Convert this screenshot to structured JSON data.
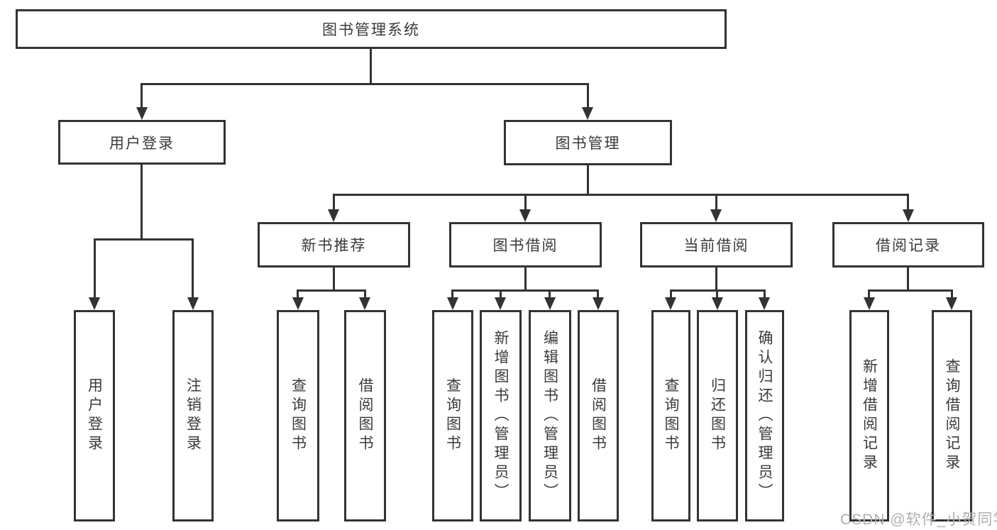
{
  "tree": {
    "root": "图书管理系统",
    "children": [
      {
        "label": "用户登录",
        "children": [
          "用户登录",
          "注销登录"
        ]
      },
      {
        "label": "图书管理",
        "children": [
          {
            "label": "新书推荐",
            "children": [
              "查询图书",
              "借阅图书"
            ]
          },
          {
            "label": "图书借阅",
            "children": [
              "查询图书",
              "新增图书（管理员）",
              "编辑图书（管理员）",
              "借阅图书"
            ]
          },
          {
            "label": "当前借阅",
            "children": [
              "查询图书",
              "归还图书",
              "确认归还（管理员）"
            ]
          },
          {
            "label": "借阅记录",
            "children": [
              "新增借阅记录",
              "查询借阅记录"
            ]
          }
        ]
      }
    ]
  },
  "watermark": {
    "text": "CSDN @软件_小贺同学"
  },
  "colors": {
    "line": "#333333",
    "text": "#3a3a3a",
    "watermark": "#b0b0b0",
    "background": "#ffffff"
  }
}
